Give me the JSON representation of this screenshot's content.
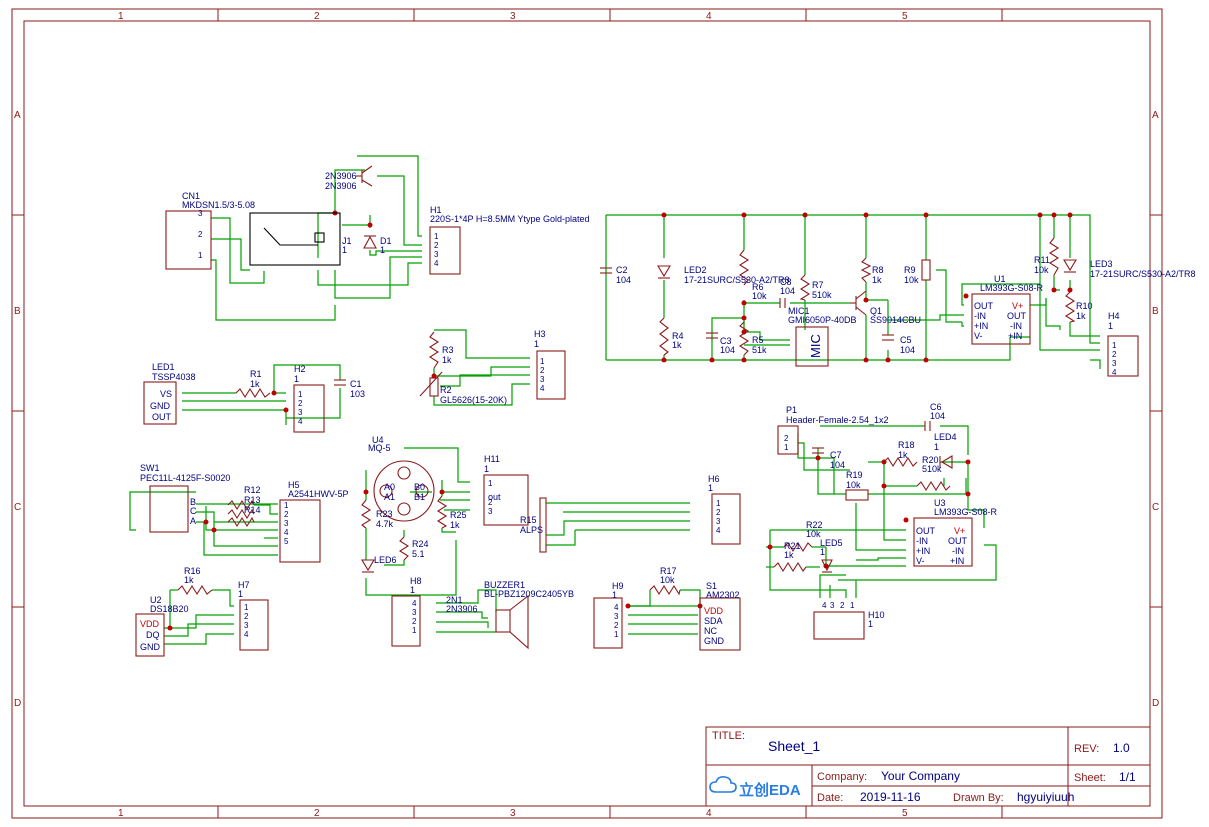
{
  "frame": {
    "cols": [
      "1",
      "2",
      "3",
      "4",
      "5"
    ],
    "rows": [
      "A",
      "B",
      "C",
      "D"
    ]
  },
  "title_block": {
    "title_label": "TITLE:",
    "title": "Sheet_1",
    "rev_label": "REV:",
    "rev": "1.0",
    "company_label": "Company:",
    "company": "Your Company",
    "sheet_label": "Sheet:",
    "sheet": "1/1",
    "date_label": "Date:",
    "date": "2019-11-16",
    "drawn_label": "Drawn By:",
    "drawn_by": "hgyuiyiuuh",
    "logo": "立创EDA"
  },
  "components": [
    {
      "ref": "CN1",
      "value": "MKDSN1.5/3-5.08"
    },
    {
      "ref": "2N3906",
      "value": "2N3906"
    },
    {
      "ref": "J1",
      "value": "1"
    },
    {
      "ref": "D1",
      "value": "1"
    },
    {
      "ref": "H1",
      "value": "220S-1*4P H=8.5MM Ytype Gold-plated"
    },
    {
      "ref": "C2",
      "value": "104"
    },
    {
      "ref": "LED2",
      "value": "17-21SURC/S530-A2/TR8"
    },
    {
      "ref": "R6",
      "value": "10k"
    },
    {
      "ref": "C8",
      "value": "104"
    },
    {
      "ref": "R7",
      "value": "510k"
    },
    {
      "ref": "R8",
      "value": "1k"
    },
    {
      "ref": "R9",
      "value": "10k"
    },
    {
      "ref": "R11",
      "value": "10k"
    },
    {
      "ref": "LED3",
      "value": "17-21SURC/S530-A2/TR8"
    },
    {
      "ref": "U1",
      "value": "LM393G-S08-R"
    },
    {
      "ref": "R10",
      "value": "1k"
    },
    {
      "ref": "H4",
      "value": "1"
    },
    {
      "ref": "MIC1",
      "value": "GMI6050P-40DB"
    },
    {
      "ref": "Q1",
      "value": "SS9014CBU"
    },
    {
      "ref": "R4",
      "value": "1k"
    },
    {
      "ref": "C3",
      "value": "104"
    },
    {
      "ref": "R5",
      "value": "51k"
    },
    {
      "ref": "C5",
      "value": "104"
    },
    {
      "ref": "LED1",
      "value": "TSSP4038"
    },
    {
      "ref": "R1",
      "value": "1k"
    },
    {
      "ref": "H2",
      "value": "1"
    },
    {
      "ref": "C1",
      "value": "103"
    },
    {
      "ref": "R3",
      "value": "1k"
    },
    {
      "ref": "R2",
      "value": "GL5626(15-20K)"
    },
    {
      "ref": "H3",
      "value": "1"
    },
    {
      "ref": "P1",
      "value": "Header-Female-2.54_1x2"
    },
    {
      "ref": "C6",
      "value": "104"
    },
    {
      "ref": "LED4",
      "value": "1"
    },
    {
      "ref": "R18",
      "value": "1k"
    },
    {
      "ref": "C7",
      "value": "104"
    },
    {
      "ref": "R20",
      "value": "510k"
    },
    {
      "ref": "R19",
      "value": "10k"
    },
    {
      "ref": "U3",
      "value": "LM393G-S08-R"
    },
    {
      "ref": "R22",
      "value": "10k"
    },
    {
      "ref": "LED5",
      "value": "1"
    },
    {
      "ref": "R21",
      "value": "1k"
    },
    {
      "ref": "H10",
      "value": "1"
    },
    {
      "ref": "U4",
      "value": "MQ-5"
    },
    {
      "ref": "H11",
      "value": "1"
    },
    {
      "ref": "R23",
      "value": "4.7k"
    },
    {
      "ref": "R24",
      "value": "5.1"
    },
    {
      "ref": "R25",
      "value": "1k"
    },
    {
      "ref": "LED6",
      "value": ""
    },
    {
      "ref": "H6",
      "value": "1"
    },
    {
      "ref": "R15",
      "value": "ALPS"
    },
    {
      "ref": "SW1",
      "value": "PEC11L-4125F-S0020"
    },
    {
      "ref": "R12",
      "value": ""
    },
    {
      "ref": "R13",
      "value": ""
    },
    {
      "ref": "R14",
      "value": ""
    },
    {
      "ref": "H5",
      "value": "A2541HWV-5P"
    },
    {
      "ref": "U2",
      "value": "DS18B20"
    },
    {
      "ref": "R16",
      "value": "1k"
    },
    {
      "ref": "H7",
      "value": "1"
    },
    {
      "ref": "H8",
      "value": "1"
    },
    {
      "ref": "2N1",
      "value": "2N3906"
    },
    {
      "ref": "BUZZER1",
      "value": "BL-PBZ1209C2405YB"
    },
    {
      "ref": "H9",
      "value": "1"
    },
    {
      "ref": "R17",
      "value": "10k"
    },
    {
      "ref": "S1",
      "value": "AM2302"
    }
  ],
  "pin_labels": {
    "u1": [
      "OUT",
      "-IN",
      "+IN",
      "V-",
      "V+",
      "OUT",
      "-IN",
      "+IN"
    ],
    "u3": [
      "OUT",
      "-IN",
      "+IN",
      "V-",
      "V+",
      "OUT",
      "-IN",
      "+IN"
    ],
    "led1": [
      "VS",
      "GND",
      "OUT"
    ],
    "u2": [
      "VDD",
      "DQ",
      "GND"
    ],
    "s1": [
      "VDD",
      "SDA",
      "NC",
      "GND"
    ],
    "sw1": [
      "B",
      "C",
      "A"
    ],
    "h11": [
      "out"
    ],
    "mic": "MIC",
    "u4": [
      "A0",
      "A1",
      "B0",
      "B1"
    ]
  },
  "colors": {
    "wire": "#00a000",
    "body": "#8b1a1a",
    "text": "#000080",
    "pin_number": "#c00000",
    "frame": "#8b1a1a"
  }
}
